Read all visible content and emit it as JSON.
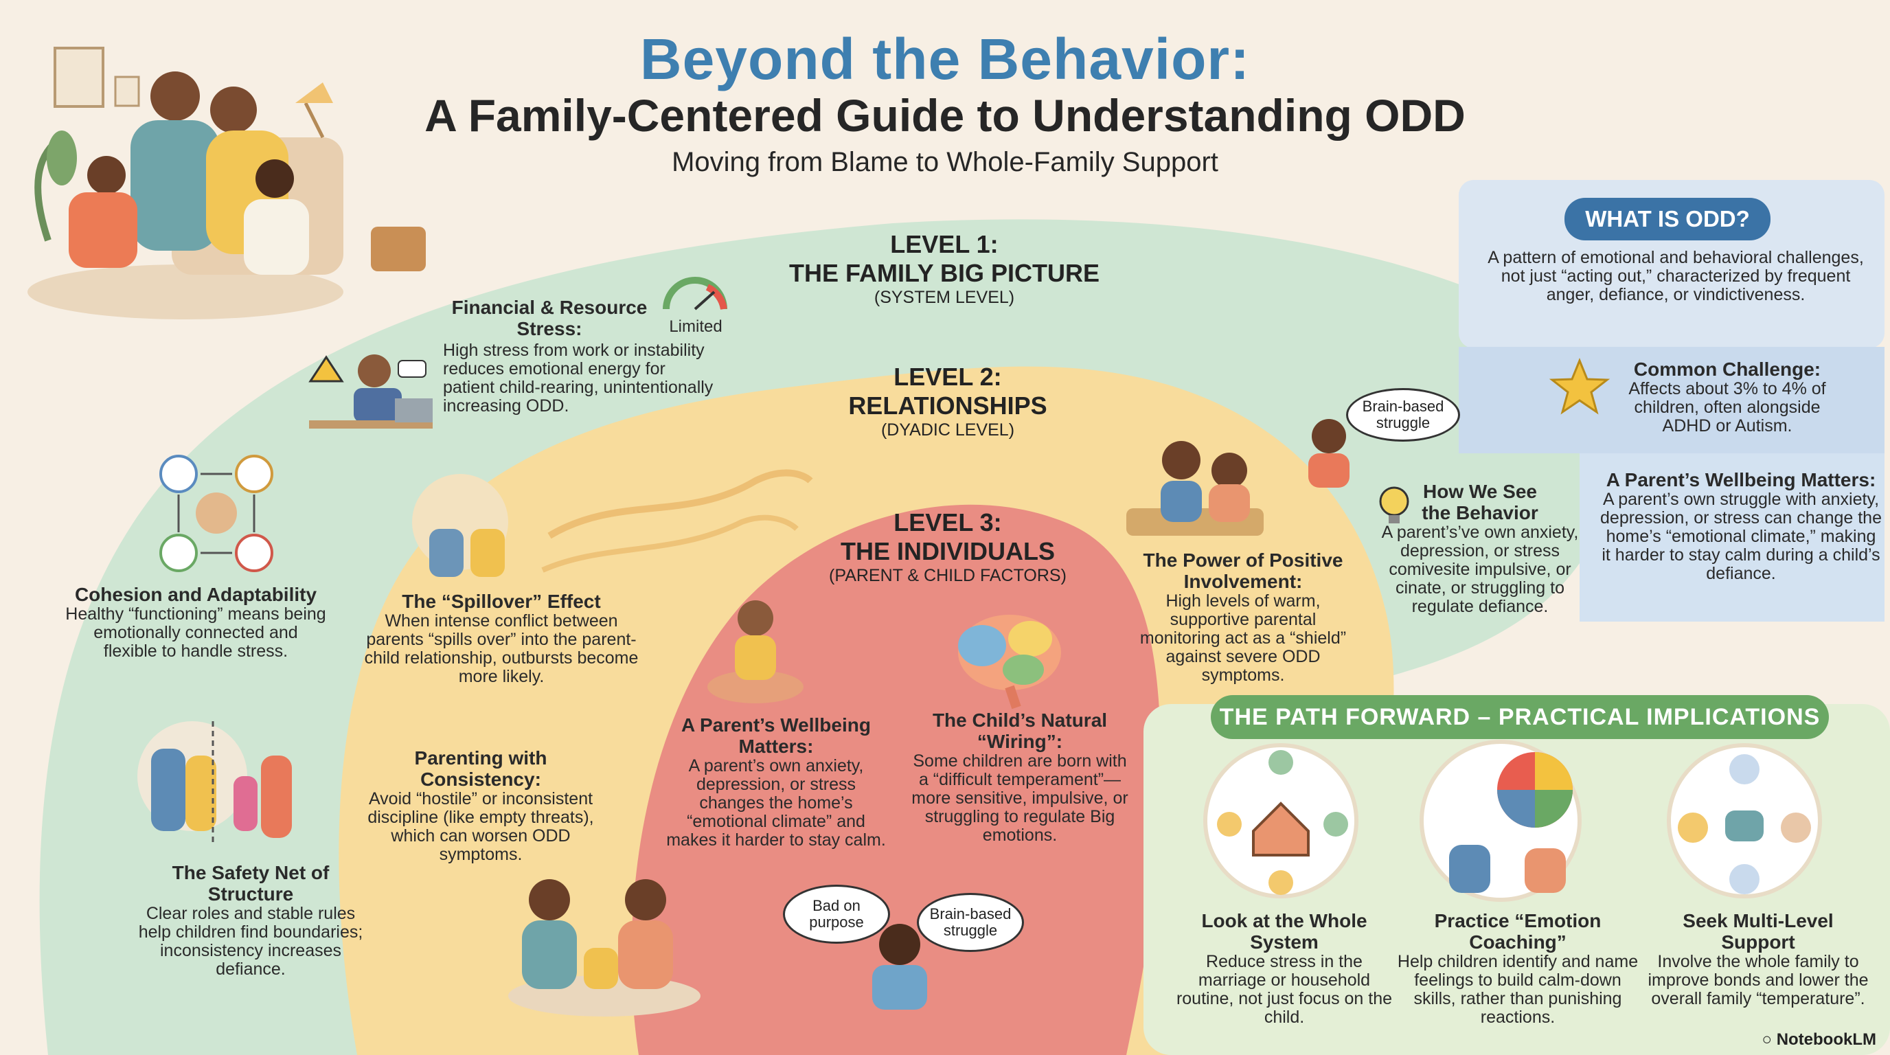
{
  "header": {
    "title_line1": "Beyond the Behavior:",
    "title_line2": "A Family-Centered Guide to Understanding ODD",
    "subtitle": "Moving from Blame to Whole-Family Support"
  },
  "level1": {
    "title": "LEVEL 1:",
    "name": "THE FAMILY BIG PICTURE",
    "sub": "(SYSTEM LEVEL)",
    "financial": {
      "title": "Financial & Resource Stress:",
      "gauge_label": "Limited",
      "body": "High stress from work or instability reduces emotional energy for patient child-rearing, unintentionally increasing ODD."
    },
    "cohesion": {
      "title": "Cohesion and Adaptability",
      "body": "Healthy “functioning” means being emotionally connected and flexible to handle stress."
    },
    "safety": {
      "title": "The Safety Net of Structure",
      "body": "Clear roles and stable rules help children find boundaries; inconsistency increases defiance."
    },
    "how_we_see": {
      "bubble": "Brain-based struggle",
      "title": "How We See the Behavior",
      "body": "A parent’s’ve own anxiety, depression, or stress comivesite impulsive, or cinate, or struggling to regulate defiance."
    }
  },
  "level2": {
    "title": "LEVEL 2:",
    "name": "RELATIONSHIPS",
    "sub": "(DYADIC LEVEL)",
    "spillover": {
      "title": "The “Spillover” Effect",
      "body": "When intense conflict between parents “spills over” into the parent-child relationship, outbursts become more likely."
    },
    "consistency": {
      "title": "Parenting with Consistency:",
      "body": "Avoid “hostile” or inconsistent discipline (like empty threats), which can worsen ODD symptoms."
    },
    "involvement": {
      "title": "The Power of Positive Involvement:",
      "body": "High levels of warm, supportive parental monitoring act as a “shield” against severe ODD symptoms."
    }
  },
  "level3": {
    "title": "LEVEL 3:",
    "name": "THE INDIVIDUALS",
    "sub": "(PARENT & CHILD FACTORS)",
    "wellbeing": {
      "title": "A Parent’s Wellbeing Matters:",
      "body": "A parent’s own anxiety, depression, or stress changes the home’s “emotional climate” and makes it harder to stay calm."
    },
    "wiring": {
      "title": "The Child’s Natural “Wiring”:",
      "body": "Some children are born with a “difficult temperament”—more sensitive, impulsive, or struggling to regulate Big emotions."
    },
    "bubble_left": "Bad on purpose",
    "bubble_right": "Brain-based struggle"
  },
  "sidebar": {
    "pill": "WHAT IS ODD?",
    "definition": "A pattern of emotional and behavioral challenges, not just “acting out,” characterized by frequent anger, defiance, or vindictiveness.",
    "common_title": "Common Challenge:",
    "common_body": "Affects about 3% to 4% of children, often alongside ADHD or Autism.",
    "wellbeing_title": "A Parent’s Wellbeing Matters:",
    "wellbeing_body": "A parent’s own struggle with anxiety, depression, or stress can change the home’s “emotional climate,” making it harder to stay calm during a child’s defiance."
  },
  "path_forward": {
    "pill": "THE PATH FORWARD – PRACTICAL IMPLICATIONS",
    "items": [
      {
        "title": "Look at the Whole System",
        "body": "Reduce stress in the marriage or household routine, not just focus on the child."
      },
      {
        "title": "Practice “Emotion Coaching”",
        "body": "Help children identify and name feelings to build calm-down skills, rather than punishing reactions."
      },
      {
        "title": "Seek Multi-Level Support",
        "body": "Involve the whole family to improve bonds and lower the overall family “temperature”."
      }
    ]
  },
  "brand": "NotebookLM",
  "colors": {
    "level1": "#cfe6d3",
    "level2": "#f8dc9c",
    "level3": "#e98d83",
    "title_blue": "#3e7fb0",
    "path_green": "#6aa864"
  }
}
